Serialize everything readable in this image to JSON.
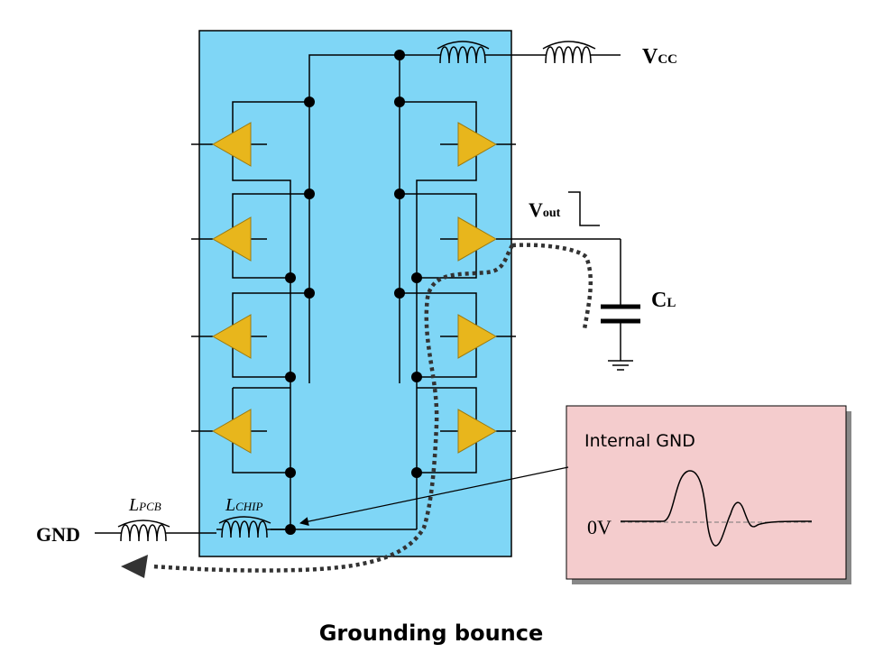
{
  "labels": {
    "vcc_main": "V",
    "vcc_sub": "CC",
    "vout_main": "V",
    "vout_sub": "out",
    "cl_main": "C",
    "cl_sub": "L",
    "gnd": "GND",
    "lpcb_main": "L",
    "lpcb_sub": "PCB",
    "lchip_main": "L",
    "lchip_sub": "CHIP"
  },
  "inset": {
    "title": "Internal GND",
    "zero_label": "0V"
  },
  "caption": "Grounding bounce",
  "colors": {
    "chip_fill": "#7fd6f6",
    "buffer_fill": "#e8b61c",
    "inset_fill": "#f4cccd",
    "dotted_path": "#333333"
  }
}
